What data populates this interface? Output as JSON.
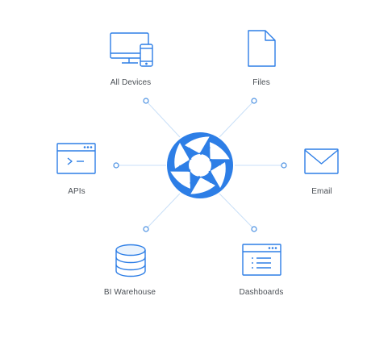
{
  "colors": {
    "icon_stroke": "#2d7ee6",
    "connector": "#c8dff8",
    "dot": "#4a90e2",
    "hub": "#2d7ee6",
    "label": "#4a4f55"
  },
  "hub": {
    "icon": "aperture-logo-icon"
  },
  "nodes": [
    {
      "id": "all-devices",
      "label": "All Devices",
      "icon": "devices-icon"
    },
    {
      "id": "files",
      "label": "Files",
      "icon": "file-icon"
    },
    {
      "id": "apis",
      "label": "APIs",
      "icon": "terminal-window-icon"
    },
    {
      "id": "email",
      "label": "Email",
      "icon": "envelope-icon"
    },
    {
      "id": "bi-warehouse",
      "label": "BI Warehouse",
      "icon": "database-icon"
    },
    {
      "id": "dashboards",
      "label": "Dashboards",
      "icon": "dashboard-window-icon"
    }
  ]
}
